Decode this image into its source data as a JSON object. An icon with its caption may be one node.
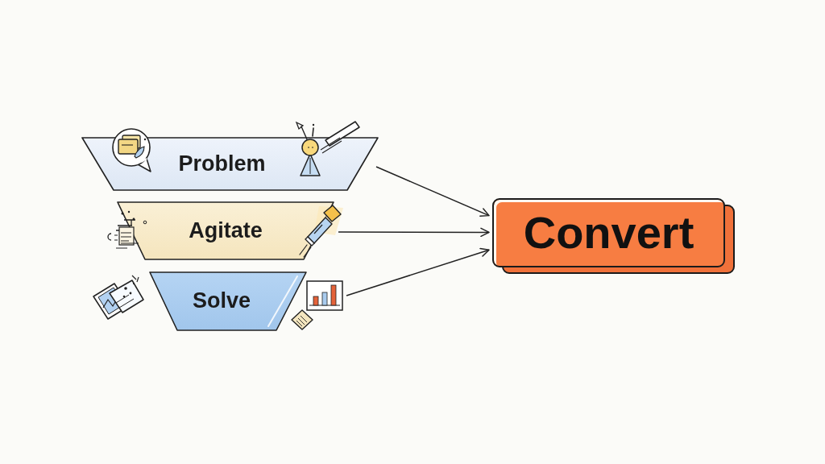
{
  "diagram": {
    "nodes": [
      {
        "text": [
          "Problem"
        ]
      },
      {
        "text": [
          "Agitate"
        ]
      },
      {
        "text": [
          "Solve"
        ]
      },
      {
        "text": [
          "Convert"
        ]
      }
    ],
    "edges": [
      {
        "from": 0,
        "to": 3,
        "arrow": "to"
      },
      {
        "from": 1,
        "to": 3,
        "arrow": "to"
      },
      {
        "from": 2,
        "to": 3,
        "arrow": "to"
      }
    ]
  }
}
